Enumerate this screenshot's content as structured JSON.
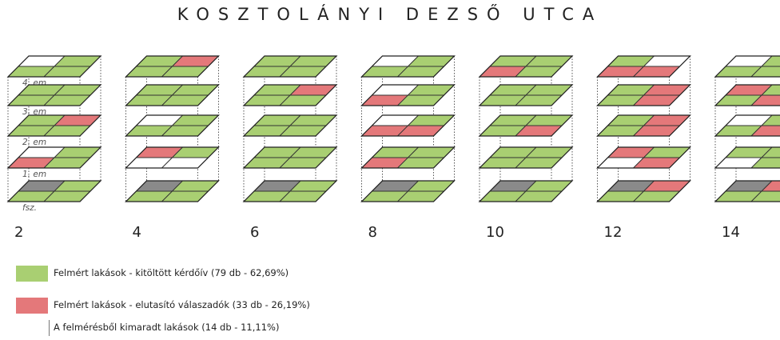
{
  "title": "KOSZTOLÁNYI DEZSŐ UTCA",
  "colors": {
    "surveyed": "#a9cf72",
    "refused": "#e4787a",
    "omitted": "#ffffff",
    "ground": "#8a8a8a",
    "outline": "#333333"
  },
  "floor_labels": [
    "4. em",
    "3. em",
    "2. em",
    "1. em",
    "fsz."
  ],
  "buildings": [
    {
      "number": "2",
      "floors": [
        [
          "w",
          "g",
          "g",
          "g"
        ],
        [
          "g",
          "g",
          "g",
          "g"
        ],
        [
          "g",
          "r",
          "g",
          "g"
        ],
        [
          "w",
          "g",
          "r",
          "g"
        ],
        [
          "x",
          "g",
          "g",
          "g"
        ]
      ]
    },
    {
      "number": "4",
      "floors": [
        [
          "g",
          "r",
          "g",
          "g"
        ],
        [
          "g",
          "g",
          "g",
          "g"
        ],
        [
          "w",
          "g",
          "g",
          "g"
        ],
        [
          "r",
          "g",
          "w",
          "w"
        ],
        [
          "x",
          "g",
          "g",
          "g"
        ]
      ]
    },
    {
      "number": "6",
      "floors": [
        [
          "g",
          "g",
          "g",
          "g"
        ],
        [
          "g",
          "r",
          "g",
          "g"
        ],
        [
          "g",
          "g",
          "g",
          "g"
        ],
        [
          "g",
          "g",
          "g",
          "g"
        ],
        [
          "x",
          "g",
          "g",
          "g"
        ]
      ]
    },
    {
      "number": "8",
      "floors": [
        [
          "w",
          "g",
          "g",
          "g"
        ],
        [
          "w",
          "g",
          "r",
          "g"
        ],
        [
          "w",
          "g",
          "r",
          "r"
        ],
        [
          "g",
          "g",
          "r",
          "g"
        ],
        [
          "x",
          "g",
          "g",
          "g"
        ]
      ]
    },
    {
      "number": "10",
      "floors": [
        [
          "g",
          "g",
          "r",
          "g"
        ],
        [
          "g",
          "g",
          "g",
          "g"
        ],
        [
          "g",
          "g",
          "g",
          "r"
        ],
        [
          "g",
          "g",
          "g",
          "g"
        ],
        [
          "x",
          "g",
          "g",
          "g"
        ]
      ]
    },
    {
      "number": "12",
      "floors": [
        [
          "g",
          "w",
          "r",
          "r"
        ],
        [
          "g",
          "r",
          "g",
          "r"
        ],
        [
          "g",
          "r",
          "g",
          "r"
        ],
        [
          "r",
          "g",
          "w",
          "r"
        ],
        [
          "x",
          "r",
          "g",
          "g"
        ]
      ]
    },
    {
      "number": "14",
      "floors": [
        [
          "w",
          "g",
          "g",
          "g"
        ],
        [
          "r",
          "g",
          "g",
          "r"
        ],
        [
          "w",
          "g",
          "g",
          "r"
        ],
        [
          "g",
          "g",
          "w",
          "g"
        ],
        [
          "x",
          "r",
          "g",
          "g"
        ]
      ]
    }
  ],
  "legend": [
    {
      "kind": "surveyed",
      "label": "Felmért lakások - kitöltött kérdőív (79 db - 62,69%)"
    },
    {
      "kind": "refused",
      "label": "Felmért lakások - elutasító válaszadók (33 db - 26,19%)"
    },
    {
      "kind": "omitted",
      "label": "A felmérésből kimaradt lakások (14 db - 11,11%)"
    }
  ]
}
